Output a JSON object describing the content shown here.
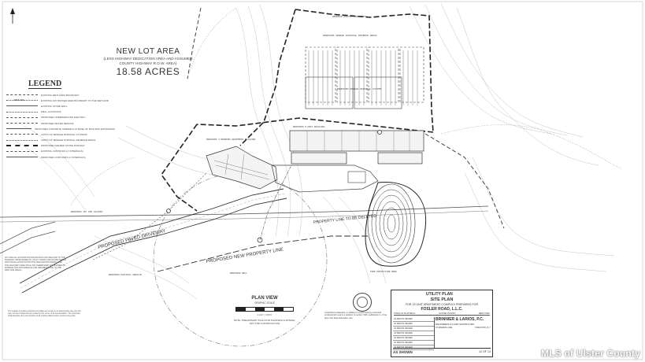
{
  "new_lot": {
    "title": "NEW LOT AREA",
    "sub1": "(LESS HIGHWAY DEDICATION AREA AND ASSUMED",
    "sub2": "COUNTY HIGHWAY R.O.W. AREA)",
    "acres": "18.58 ACRES"
  },
  "legend": {
    "title": "LEGEND",
    "items": [
      "EXISTING WETLANDS BOUNDARY",
      "EXISTING 100' BUFFER AREA BOUNDARY TO THE WETLAND",
      "EXISTING STONE WALL",
      "WELL LOCATIONS",
      "PROPOSED UNDERGROUND ELECTRIC",
      "PROPOSED WATER SERVICE",
      "PROPOSED CONCRETE SIDEWALK AT BASE OF BUILDING ENTRANCES",
      "LIMITS OF SEWAGE DISPOSAL SYSTEMS",
      "LIMITS OF SEWAGE DISPOSAL RESERVE AREAS",
      "PROPOSED GRADED STONE PATHWAY",
      "EXISTING CONTOURS (2' INTERVALS)",
      "PROPOSED CONTOURS (2' INTERVALS)"
    ]
  },
  "labels": {
    "paved_driveway": "PROPOSED PAVED DRIVEWAY",
    "new_property_line": "PROPOSED NEW PROPERTY LINE",
    "property_line_deleted": "PROPERTY LINE TO BE DELETED",
    "sewage_primary": "PROPOSED SEWAGE DISPOSAL SYSTEM",
    "sewage_reserve": "PROPOSED SEWAGE DISPOSAL RESERVE AREAS",
    "reserve_top": "RESERVE SYSTEM FOR UNITS",
    "building_a": "PROPOSED 3 BEDROOM APARTMENT BUILDING",
    "building_b": "PROPOSED 8 UNIT BUILDING",
    "fire_pond": "FIRE PROTECTION POND",
    "well": "PROPOSED WELL",
    "culvert": "PROPOSED 18\" CMP CULVERT",
    "electric": "PROPOSED ELECTRIC SERVICE",
    "wetland": "WETLAND"
  },
  "plan_view": {
    "title": "PLAN VIEW",
    "graphic_scale": "GRAPHIC SCALE",
    "scale_text": "1 inch = 100 ft.",
    "note": "NOTE: PRELIMINARY PLAN FOR PLANNING & ZONING, NOT FOR CONSTRUCTION"
  },
  "title_block": {
    "utility": "UTILITY PLAN",
    "site": "SITE PLAN",
    "for_line": "FOR 15 UNIT APARTMENT COMPLEX PREPARED FOR",
    "client": "FOSLER ROAD, L.L.C.",
    "town": "TOWN OF PLATTEKILL",
    "county": "ULSTER COUNTY",
    "state": "NEW YORK",
    "firm": "BRINNIER & LARIOS, P.C.",
    "firm_sub": "ENGINEERS & LAND SURVEYORS",
    "addr": "67 MAIDEN LANE",
    "city": "KINGSTON, N.Y.",
    "revisions": [
      "AS PER P.B. REVIEW",
      "AS PER P.B. REVIEW",
      "AS PER P.B. REVIEW",
      "AS PER P.B. REVIEW",
      "AS PER P.B. REVIEW",
      "AS PER P.B. REVIEW",
      "AS PER P.B. REVIEW"
    ],
    "scale": "AS SHOWN",
    "sheet": "12 OF 14"
  },
  "notes": {
    "left": "ANY AND ALL EXCAVATION AND BACKFILLING RELATED TO THE ROADWAY IMPROVEMENTS, UTILITY WORK AND STORM WATER PIPE INSTALLATION WITHIN THE WETLAND BOUNDARY AND THE ADJACENT AREA SHALL BE UNDERTAKEN IN A MANNER TO MINIMIZE THE DISTURBANCE AND SEDIMENTATION TO THE WETLAND AREAS.",
    "bottom": "The location of existing underground utilities are shown in an approximate way only and have not been independently verified by the owner or its representative. The contractor shall determine the exact location of all existing utilities before commencing work.",
    "license": "Unauthorized alteration or addition to a plan bearing a licensed professional's seal is a violation of section 7209, subdivision 2, of the New York State Education Law."
  },
  "watermark": "MLS of Ulster County"
}
